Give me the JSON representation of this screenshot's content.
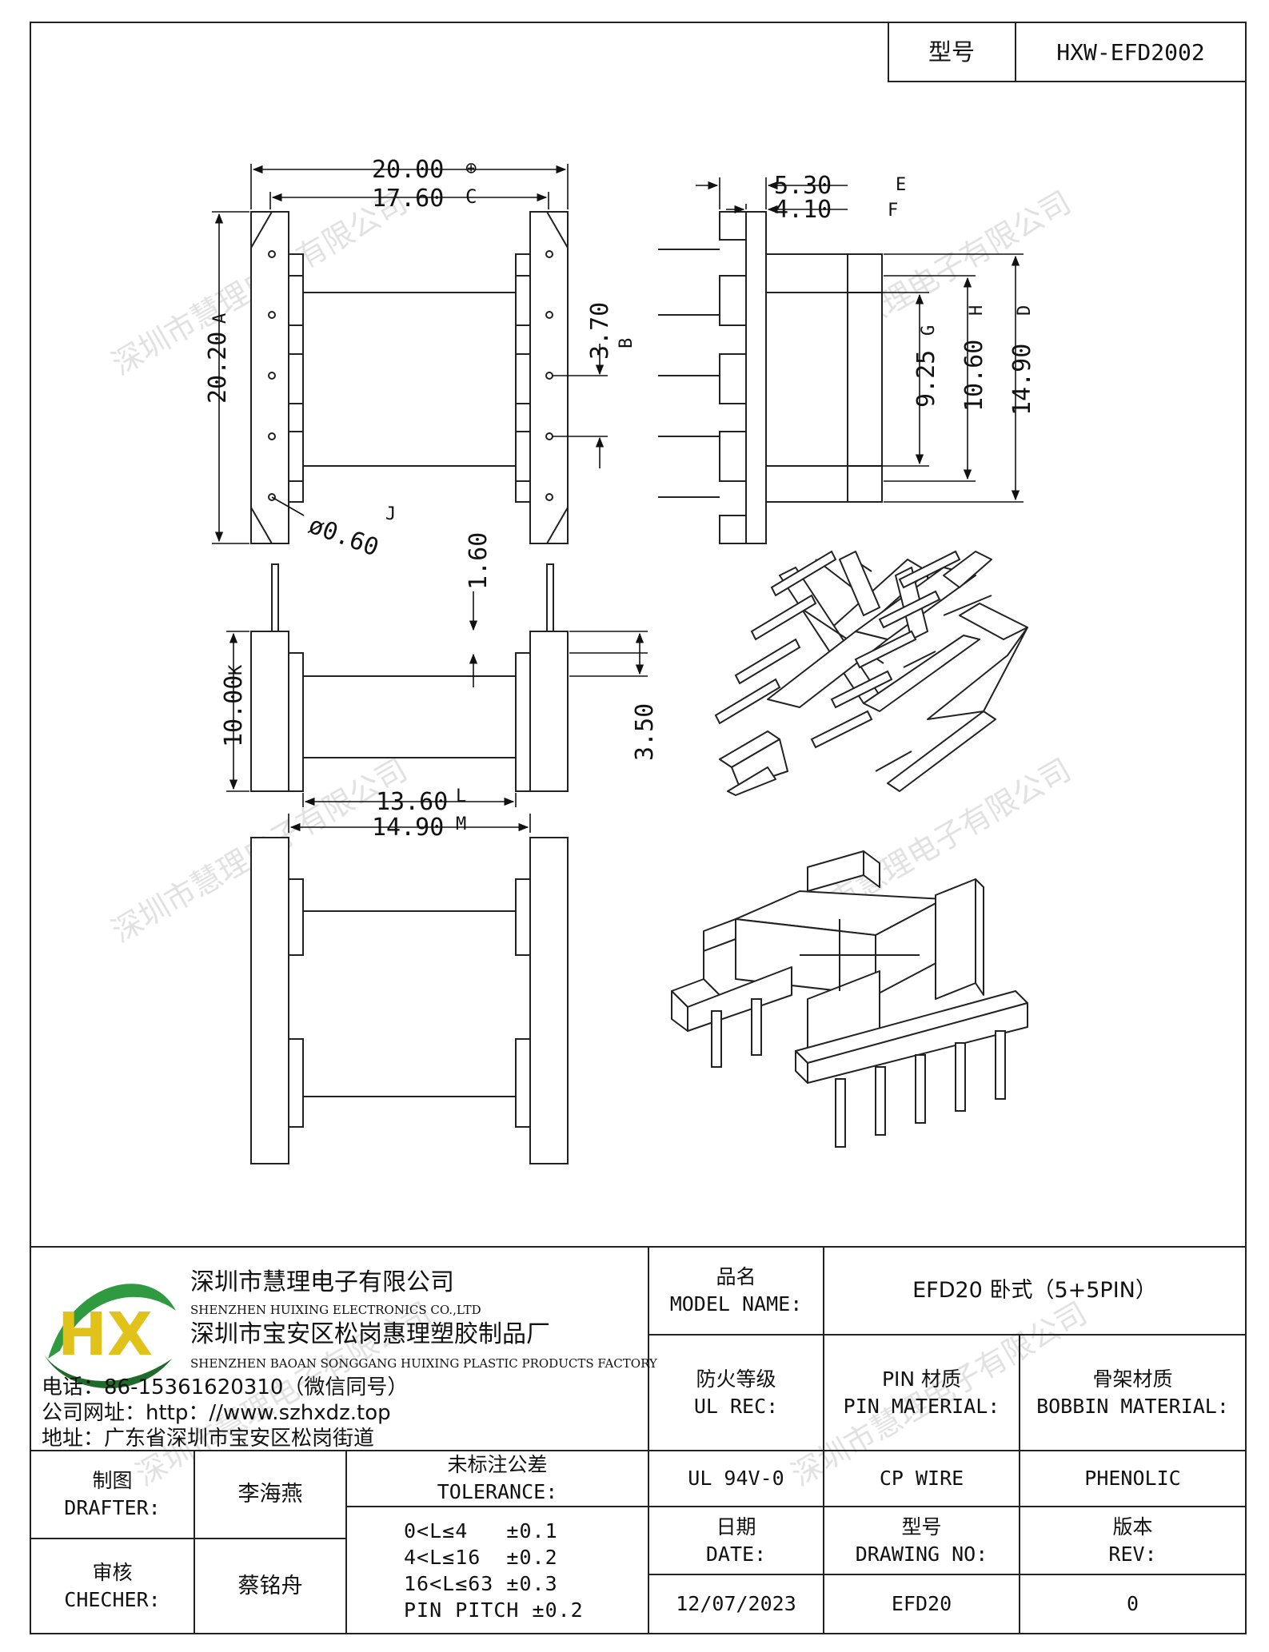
{
  "header": {
    "model_label": "型号",
    "model_value": "HXW-EFD2002"
  },
  "dimensions": {
    "top_overall_width": "20.00",
    "top_overall_width_mark": "⊕",
    "top_inner_width": "17.60",
    "top_inner_width_mark": "C",
    "top_height": "20.20",
    "top_height_mark": "A",
    "pin_pitch": "3.70",
    "pin_pitch_mark": "B",
    "hole_dia": "ø0.60",
    "hole_dia_mark": "J",
    "side_flange_thickness": "1.60",
    "side_height": "10.00",
    "side_height_mark": "K",
    "side_ledge": "3.50",
    "side_inner_width": "13.60",
    "side_inner_width_mark": "L",
    "side_outer_width": "14.90",
    "side_outer_width_mark": "M",
    "right_pin_offset": "5.30",
    "right_pin_offset_mark": "E",
    "right_flange": "4.10",
    "right_flange_mark": "F",
    "right_core_inner": "9.25",
    "right_core_inner_mark": "G",
    "right_core_mid": "10.60",
    "right_core_mid_mark": "H",
    "right_core_outer": "14.90",
    "right_core_outer_mark": "D"
  },
  "watermark": "深圳市慧理电子有限公司",
  "company": {
    "name_cn": "深圳市慧理电子有限公司",
    "name_en": "SHENZHEN HUIXING ELECTRONICS CO.,LTD",
    "factory_cn": "深圳市宝安区松岗惠理塑胶制品厂",
    "factory_en": "SHENZHEN BAOAN SONGGANG HUIXING PLASTIC PRODUCTS FACTORY",
    "phone": "电话：86-15361620310（微信同号）",
    "website": "公司网址：http：//www.szhxdz.top",
    "address": "地址：广东省深圳市宝安区松岗街道",
    "logo_text": "HX",
    "logo_colors": {
      "green": "#2f9a3f",
      "yellow": "#e0c21a",
      "dark": "#1e6b2a"
    }
  },
  "titleblock": {
    "model_name_cn": "品名",
    "model_name_en": "MODEL NAME:",
    "model_name_value": "EFD20 卧式（5+5PIN）",
    "ul_cn": "防火等级",
    "ul_en": "UL REC:",
    "ul_value": "UL 94V-0",
    "pin_cn": "PIN 材质",
    "pin_en": "PIN MATERIAL:",
    "pin_value": "CP WIRE",
    "bobbin_cn": "骨架材质",
    "bobbin_en": "BOBBIN MATERIAL:",
    "bobbin_value": "PHENOLIC",
    "drafter_cn": "制图",
    "drafter_en": "DRAFTER:",
    "drafter_value": "李海燕",
    "checker_cn": "审核",
    "checker_en": "CHECHER:",
    "checker_value": "蔡铭舟",
    "tol_cn": "未标注公差",
    "tol_en": "TOLERANCE:",
    "tol_lines": [
      "0<L≤4   ±0.1",
      "4<L≤16  ±0.2",
      "16<L≤63 ±0.3",
      "PIN PITCH ±0.2"
    ],
    "date_cn": "日期",
    "date_en": "DATE:",
    "date_value": "12/07/2023",
    "drawing_cn": "型号",
    "drawing_en": "DRAWING NO:",
    "drawing_value": "EFD20",
    "rev_cn": "版本",
    "rev_en": "REV:",
    "rev_value": "0"
  }
}
